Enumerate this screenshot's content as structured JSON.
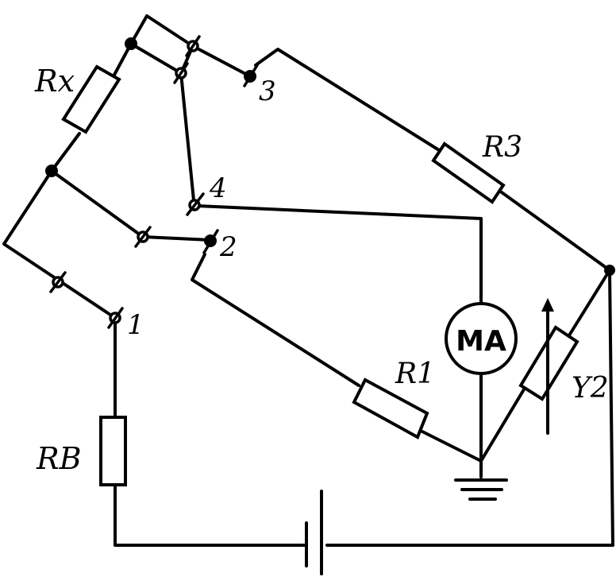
{
  "components": {
    "rx": "Rx",
    "r3": "R3",
    "r1": "R1",
    "rb": "RB",
    "y2": "Y2",
    "meter": "MA"
  },
  "terminals": {
    "t1": "1",
    "t2": "2",
    "t3": "3",
    "t4": "4"
  }
}
